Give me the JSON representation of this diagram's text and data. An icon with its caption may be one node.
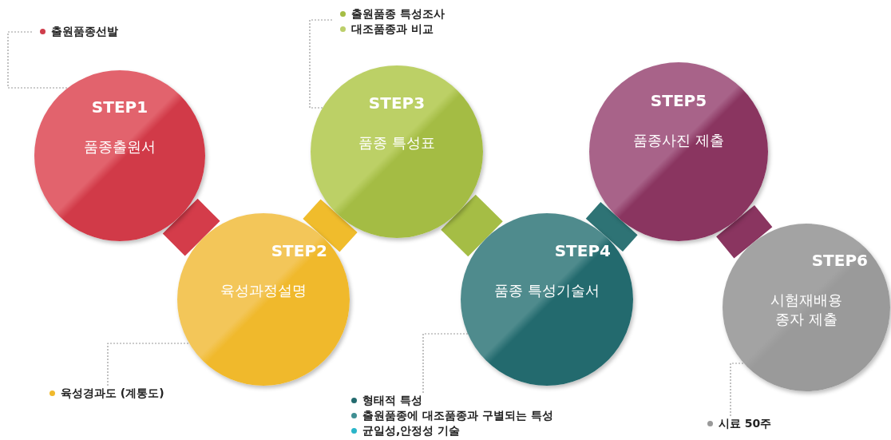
{
  "diagram": {
    "nodes": [
      {
        "text": [
          "출원품종선발"
        ]
      },
      {
        "text": [
          "출원품종 특성조사",
          "대조품종과 비교"
        ]
      },
      {
        "text": [
          "STEP1",
          "품종출원서"
        ]
      },
      {
        "text": [
          "STEP3",
          "품종 특성표"
        ]
      },
      {
        "text": [
          "STEP5",
          "품종사진 제출"
        ]
      },
      {
        "text": [
          "STEP2",
          "육성과정설명"
        ]
      },
      {
        "text": [
          "STEP4",
          "품종 특성기술서"
        ]
      },
      {
        "text": [
          "STEP6",
          "시험재배용 종자 제출"
        ]
      },
      {
        "text": [
          "육성경과도 (계통도)"
        ]
      },
      {
        "text": [
          "형태적 특성",
          "출원품종에 대조품종과 구별되는 특성",
          "균일성,안정성 기술"
        ]
      },
      {
        "text": [
          "시료 50주"
        ]
      }
    ],
    "edges": [
      {
        "from": 2,
        "to": 5,
        "arrow": "none",
        "style": "thick",
        "color": "#d43c4a"
      },
      {
        "from": 5,
        "to": 3,
        "arrow": "none",
        "style": "thick",
        "color": "#f0bc2c"
      },
      {
        "from": 3,
        "to": 6,
        "arrow": "none",
        "style": "thick",
        "color": "#a5bd45"
      },
      {
        "from": 6,
        "to": 4,
        "arrow": "none",
        "style": "thick",
        "color": "#2e7375"
      },
      {
        "from": 4,
        "to": 7,
        "arrow": "none",
        "style": "thick",
        "color": "#8a3560"
      },
      {
        "from": 0,
        "to": 2,
        "arrow": "none",
        "style": "dashed"
      },
      {
        "from": 1,
        "to": 3,
        "arrow": "none",
        "style": "dashed"
      },
      {
        "from": 8,
        "to": 5,
        "arrow": "none",
        "style": "dashed"
      },
      {
        "from": 9,
        "to": 6,
        "arrow": "none",
        "style": "dashed"
      },
      {
        "from": 10,
        "to": 7,
        "arrow": "none",
        "style": "dashed"
      }
    ]
  }
}
